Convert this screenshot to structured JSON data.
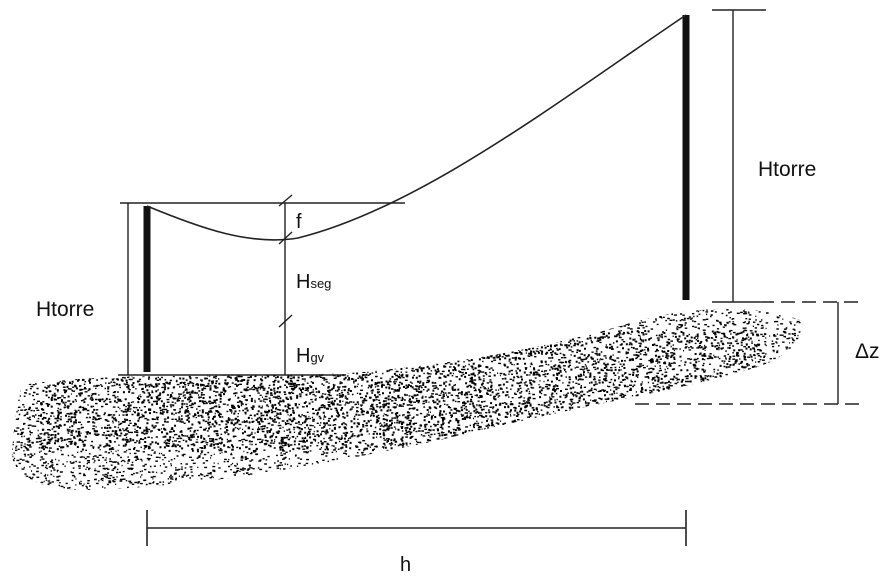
{
  "labels": {
    "htorre_left": "Htorre",
    "htorre_right": "Htorre",
    "sag": "f",
    "hseg_main": "H",
    "hseg_sub": "seg",
    "hgv_main": "H",
    "hgv_sub": "gv",
    "delta_z": "Δz",
    "span": "h"
  },
  "colors": {
    "ink": "#111111",
    "ground": "#000000",
    "background": "#ffffff"
  }
}
